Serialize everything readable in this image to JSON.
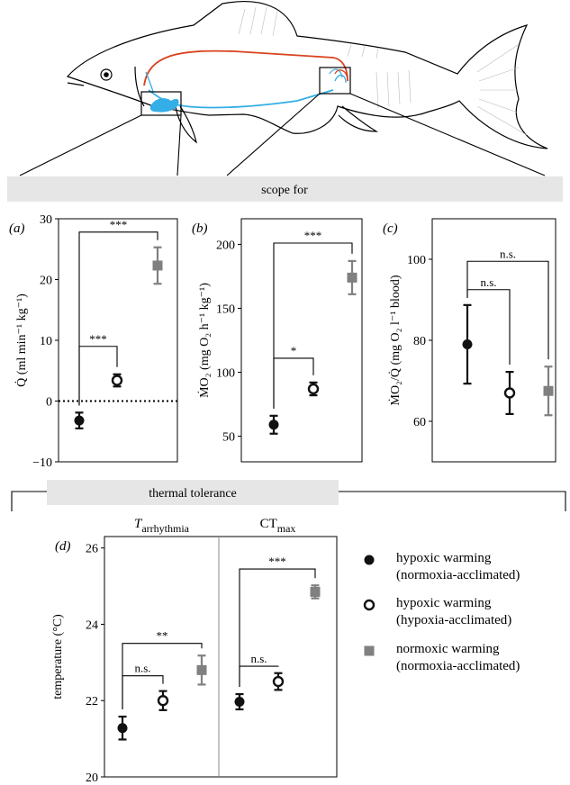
{
  "banners": {
    "scope": "scope for",
    "thermal": "thermal tolerance"
  },
  "colors": {
    "hypoxic_normoxia": "#111111",
    "hypoxic_hypoxia": "#111111",
    "normoxic": "#808080",
    "blood_red": "#d9421d",
    "blood_blue": "#34aee6",
    "banner": "#e6e6e6"
  },
  "icons": {
    "fish": "fish-outline-icon",
    "heart": "heart-icon"
  },
  "legend": [
    {
      "series": "hn",
      "line1": "hypoxic warming",
      "line2": "(normoxia-acclimated)",
      "marker": "filled-circle"
    },
    {
      "series": "hh",
      "line1": "hypoxic warming",
      "line2": "(hypoxia-acclimated)",
      "marker": "open-circle"
    },
    {
      "series": "nn",
      "line1": "normoxic warming",
      "line2": "(normoxia-acclimated)",
      "marker": "grey-square"
    }
  ],
  "chart_data": [
    {
      "id": "a",
      "panel_label": "(a)",
      "type": "scatter",
      "ylabel": "Q̇ (ml min⁻¹ kg⁻¹)",
      "ylim": [
        -10,
        30
      ],
      "yticks": [
        -10,
        0,
        10,
        20,
        30
      ],
      "zero_line": true,
      "series": [
        {
          "key": "hn",
          "value": -3.2,
          "err": 1.3
        },
        {
          "key": "hh",
          "value": 3.4,
          "err": 1.0
        },
        {
          "key": "nn",
          "value": 22.3,
          "err": 3.0
        }
      ],
      "brackets": [
        {
          "from": "hn",
          "to": "hh",
          "label": "***",
          "y": 9.0
        },
        {
          "from": "hn",
          "to": "nn",
          "label": "***",
          "y": 27.8
        }
      ]
    },
    {
      "id": "b",
      "panel_label": "(b)",
      "type": "scatter",
      "ylabel": "ṀO₂ (mg O₂ h⁻¹ kg⁻¹)",
      "ylim": [
        30,
        220
      ],
      "yticks": [
        50,
        100,
        150,
        200
      ],
      "series": [
        {
          "key": "hn",
          "value": 59,
          "err": 7
        },
        {
          "key": "hh",
          "value": 87,
          "err": 5
        },
        {
          "key": "nn",
          "value": 174,
          "err": 13
        }
      ],
      "brackets": [
        {
          "from": "hn",
          "to": "hh",
          "label": "*",
          "y": 111
        },
        {
          "from": "hn",
          "to": "nn",
          "label": "***",
          "y": 201
        }
      ]
    },
    {
      "id": "c",
      "panel_label": "(c)",
      "type": "scatter",
      "ylabel": "ṀO₂/Q̇ (mg O₂ l⁻¹ blood)",
      "ylim": [
        50,
        110
      ],
      "yticks": [
        60,
        80,
        100
      ],
      "series": [
        {
          "key": "hn",
          "value": 79,
          "err": 9.7
        },
        {
          "key": "hh",
          "value": 67,
          "err": 5.2
        },
        {
          "key": "nn",
          "value": 67.5,
          "err": 6.0
        }
      ],
      "brackets": [
        {
          "from": "hn",
          "to": "hh",
          "label": "n.s.",
          "y": 92.5
        },
        {
          "from": "hn",
          "to": "nn",
          "label": "n.s.",
          "y": 99.5
        }
      ]
    },
    {
      "id": "d",
      "panel_label": "(d)",
      "type": "scatter",
      "ylabel": "temperature (°C)",
      "ylim": [
        20,
        26.3
      ],
      "yticks": [
        20,
        22,
        24,
        26
      ],
      "groups": [
        {
          "label_main": "T",
          "label_sub": "arrhythmia",
          "series": [
            {
              "key": "hn",
              "value": 21.28,
              "err": 0.3
            },
            {
              "key": "hh",
              "value": 22.0,
              "err": 0.25
            },
            {
              "key": "nn",
              "value": 22.8,
              "err": 0.38
            }
          ],
          "brackets": [
            {
              "from": "hn",
              "to": "hh",
              "label": "n.s.",
              "y": 22.65
            },
            {
              "from": "hn",
              "to": "nn",
              "label": "**",
              "y": 23.5
            }
          ]
        },
        {
          "label_main": "CT",
          "label_sub": "max",
          "series": [
            {
              "key": "hn",
              "value": 21.97,
              "err": 0.2
            },
            {
              "key": "hh",
              "value": 22.5,
              "err": 0.22
            },
            {
              "key": "nn",
              "value": 24.85,
              "err": 0.17
            }
          ],
          "brackets": [
            {
              "from": "hn",
              "to": "hh",
              "label": "n.s.",
              "y": 22.9
            },
            {
              "from": "hn",
              "to": "nn",
              "label": "***",
              "y": 25.45
            }
          ]
        }
      ]
    }
  ]
}
